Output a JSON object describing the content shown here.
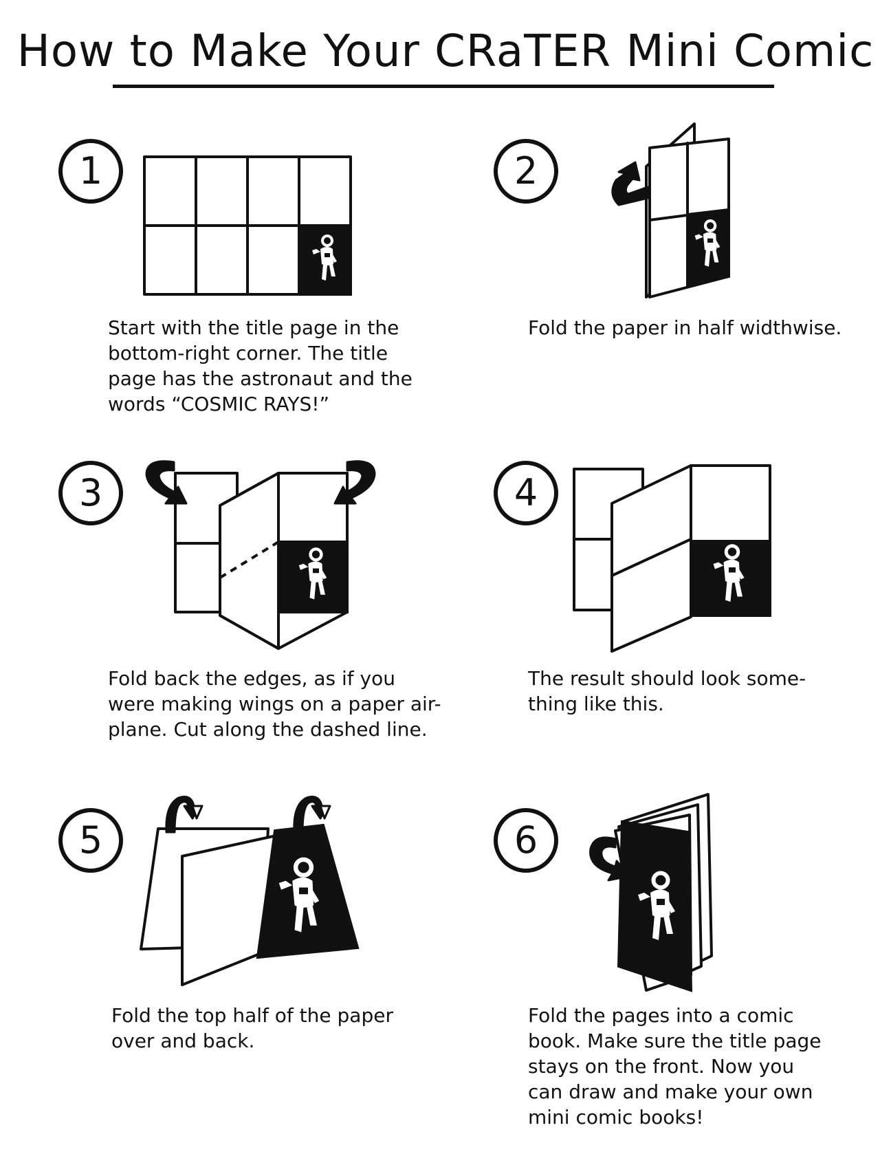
{
  "title": "How to Make Your  CRaTER Mini Comic",
  "steps": [
    {
      "number": "1",
      "caption": "Start with the title page in the\nbottom-right corner.  The title\npage has the astronaut and the\nwords “COSMIC RAYS!”"
    },
    {
      "number": "2",
      "caption": "Fold the paper in half widthwise."
    },
    {
      "number": "3",
      "caption": "Fold back the edges, as if you\nwere making wings on a paper air-\nplane.  Cut along the dashed line."
    },
    {
      "number": "4",
      "caption": "The result should look some-\nthing like this."
    },
    {
      "number": "5",
      "caption": "Fold the top half of the paper\nover and back."
    },
    {
      "number": "6",
      "caption": "Fold the pages into a comic\nbook.  Make sure the title page\nstays on the front.  Now you\ncan draw and make your own\nmini comic books!"
    }
  ],
  "icons": {
    "astronaut": "astronaut-icon",
    "fold_arrow": "curved-arrow-icon"
  }
}
